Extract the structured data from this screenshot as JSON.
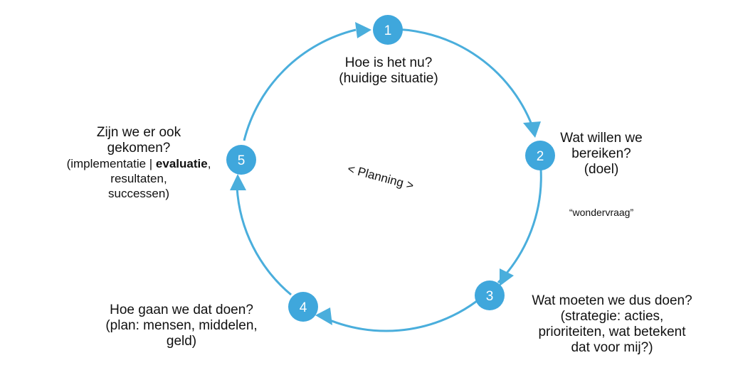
{
  "cycle_center_label": "< Planning >",
  "steps": [
    {
      "num": "1",
      "line1": "Hoe is het nu?",
      "line2": "(huidige situatie)"
    },
    {
      "num": "2",
      "line1": "Wat willen we",
      "line2": "bereiken?",
      "line3": "(doel)",
      "note": "“wondervraag”"
    },
    {
      "num": "3",
      "line1": "Wat moeten we dus doen?",
      "line2": "(strategie: acties,",
      "line3": "prioriteiten, wat betekent",
      "line4": "dat voor mij?)"
    },
    {
      "num": "4",
      "line1": "Hoe gaan we dat doen?",
      "line2": "(plan: mensen, middelen,",
      "line3": "geld)"
    },
    {
      "num": "5",
      "line1": "Zijn we er ook",
      "line2": "gekomen?",
      "line3a": "(implementatie | ",
      "line3b": "evaluatie",
      "line3c": ",",
      "line4": "resultaten,",
      "line5": "successen)"
    }
  ],
  "colors": {
    "accent": "#4aaedc",
    "circle_fill": "#3fa7dc",
    "text": "#111111"
  }
}
